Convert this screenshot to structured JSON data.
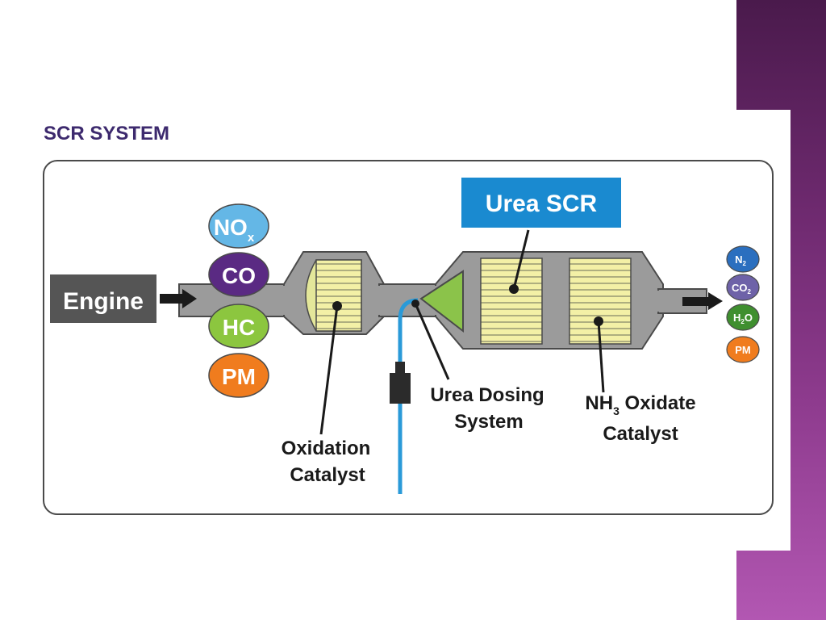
{
  "title": "SCR SYSTEM",
  "engine_label": "Engine",
  "inputs": [
    {
      "text": "NO",
      "sub": "x",
      "color": "#64b7e6"
    },
    {
      "text": "CO",
      "sub": "",
      "color": "#5a2a83"
    },
    {
      "text": "HC",
      "sub": "",
      "color": "#8cc63f"
    },
    {
      "text": "PM",
      "sub": "",
      "color": "#f07c1e"
    }
  ],
  "outputs": [
    {
      "text": "N",
      "sub": "2",
      "tail": "",
      "color": "#2b6fbf"
    },
    {
      "text": "CO",
      "sub": "2",
      "tail": "",
      "color": "#6e62a8"
    },
    {
      "text": "H",
      "sub": "2",
      "tail": "O",
      "color": "#3f8f2f"
    },
    {
      "text": "PM",
      "sub": "",
      "tail": "",
      "color": "#f07c1e"
    }
  ],
  "urea_scr_label": "Urea SCR",
  "oxidation_catalyst": {
    "line1": "Oxidation",
    "line2": "Catalyst"
  },
  "urea_dosing": {
    "line1": "Urea Dosing",
    "line2": "System"
  },
  "nh3_catalyst": {
    "pre": "NH",
    "sub": "3",
    "post": " Oxidate",
    "line2": "Catalyst"
  },
  "colors": {
    "title": "#3d2a6e",
    "pipe": "#9b9b9b",
    "catalyst": "#f3f0a6",
    "doser": "#8bc34a",
    "urea_line": "#2a9ad8",
    "urea_box": "#1a8ad0",
    "engine_box": "#555555",
    "side_band": "#7a2e7a"
  }
}
